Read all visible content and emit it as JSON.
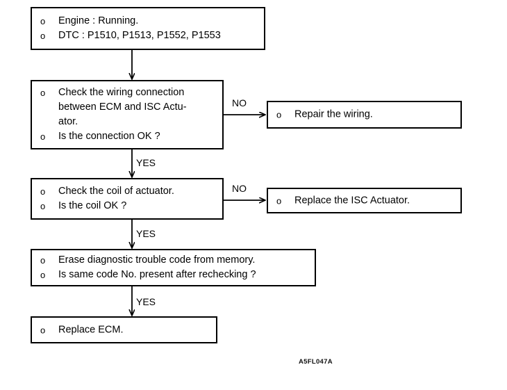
{
  "figure": {
    "code": "A5FL047A",
    "bullet_glyph": "o",
    "line_color": "#000000",
    "background": "#ffffff"
  },
  "nodes": [
    {
      "id": "conditions",
      "lines": [
        "Engine : Running.",
        "DTC : P1510, P1513, P1552, P1553"
      ]
    },
    {
      "id": "check-wiring",
      "lines": [
        "Check the wiring connection\nbetween ECM and ISC Actu-\nator.",
        "Is the connection OK ?"
      ]
    },
    {
      "id": "repair-wiring",
      "lines": [
        "Repair the wiring."
      ]
    },
    {
      "id": "check-coil",
      "lines": [
        "Check the coil of actuator.",
        "Is the coil OK ?"
      ]
    },
    {
      "id": "replace-actuator",
      "lines": [
        "Replace the ISC Actuator."
      ]
    },
    {
      "id": "erase-code",
      "lines": [
        "Erase diagnostic trouble code from memory.",
        "Is same code No. present after rechecking ?"
      ]
    },
    {
      "id": "replace-ecm",
      "lines": [
        "Replace ECM."
      ]
    }
  ],
  "edge_labels": {
    "no_wiring": "NO",
    "yes_to_coil": "YES",
    "no_coil": "NO",
    "yes_to_erase": "YES",
    "yes_to_ecm": "YES"
  }
}
